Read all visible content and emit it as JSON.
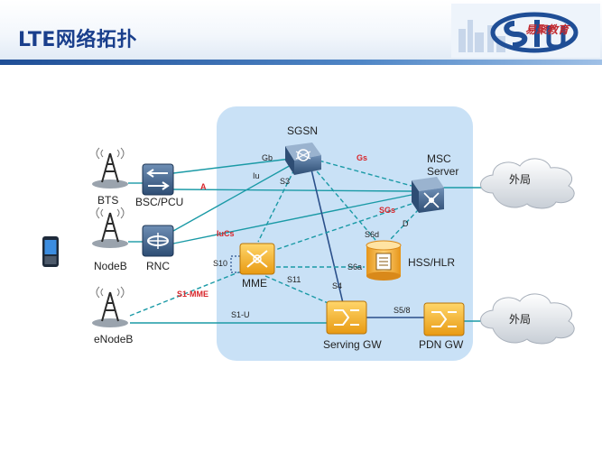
{
  "page": {
    "title": "LTE网络拓扑"
  },
  "logo": {
    "text": "易聚教育"
  },
  "nodes": {
    "sgsn": "SGSN",
    "msc_line1": "MSC",
    "msc_line2": "Server",
    "bts": "BTS",
    "bsc": "BSC/PCU",
    "nodeb": "NodeB",
    "rnc": "RNC",
    "mme": "MME",
    "hss": "HSS/HLR",
    "enodeb": "eNodeB",
    "serving_gw": "Serving GW",
    "pdn_gw": "PDN GW",
    "cloud_top": "外局",
    "cloud_bottom": "外局"
  },
  "interfaces": {
    "gb": "Gb",
    "iu": "Iu",
    "s3": "S3",
    "gs": "Gs",
    "a": "A",
    "sgs": "SGs",
    "d": "D",
    "s6d": "S6d",
    "iucs": "IuCs",
    "s10": "S10",
    "s6a": "S6a",
    "s11": "S11",
    "s4": "S4",
    "s1mme": "S1-MME",
    "s1u": "S1-U",
    "s58": "S5/8"
  },
  "colors": {
    "title": "#1a3f8c",
    "core_area": "#c9e1f6",
    "link_solid": "#1a9aa6",
    "link_dashed": "#1a9aa6",
    "gateway": "#f2a922",
    "router": "#3b5f8a",
    "red_label": "#d8262b"
  }
}
